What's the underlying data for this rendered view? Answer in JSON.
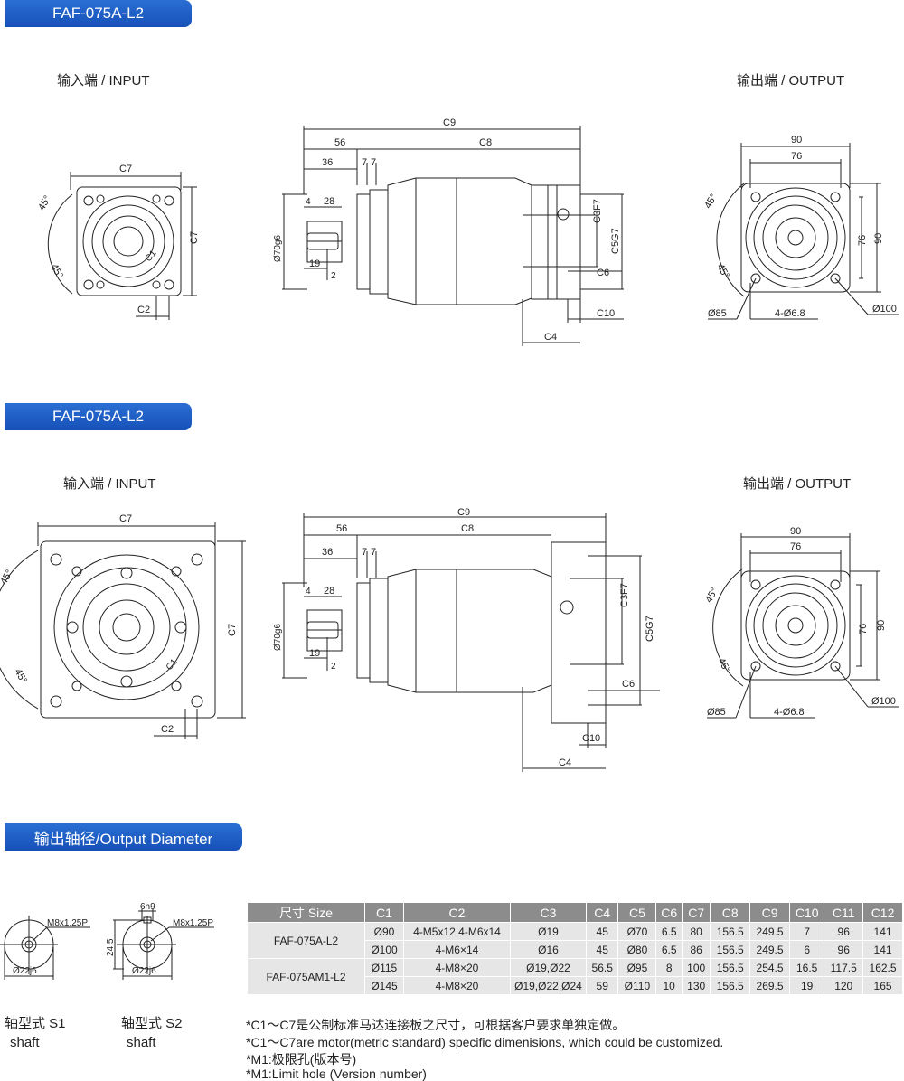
{
  "sections": {
    "first_title": "FAF-075A-L2",
    "second_title": "FAF-075A-L2",
    "output_dia_title": "输出轴径/Output Diameter"
  },
  "labels": {
    "input": "输入端 / INPUT",
    "output": "输出端 / OUTPUT"
  },
  "dims": {
    "c7": "C7",
    "c2": "C2",
    "c1": "C1",
    "deg45": "45°",
    "c9": "C9",
    "c8": "C8",
    "d56": "56",
    "d36": "36",
    "d7a": "7",
    "d7b": "7",
    "d4": "4",
    "d28": "28",
    "d19": "19",
    "d2": "2",
    "o70": "Ø70g6",
    "c3": "C3F7",
    "c5": "C5G7",
    "c6": "C6",
    "c10": "C10",
    "c4": "C4",
    "d90": "90",
    "d76": "76",
    "o85": "Ø85",
    "hole": "4-Ø6.8",
    "o100": "Ø100"
  },
  "shafts": {
    "s1_thread": "M8x1.25P",
    "s1_dia": "Ø22j6",
    "s2_key": "6h9",
    "s2_thread": "M8x1.25P",
    "s2_height": "24.5",
    "s2_dia": "Ø22j6",
    "s1_label_cn": "轴型式 S1",
    "s1_label_en": "shaft",
    "s2_label_cn": "轴型式 S2",
    "s2_label_en": "shaft"
  },
  "table": {
    "headers": [
      "尺寸 Size",
      "C1",
      "C2",
      "C3",
      "C4",
      "C5",
      "C6",
      "C7",
      "C8",
      "C9",
      "C10",
      "C11",
      "C12"
    ],
    "groups": [
      {
        "model": "FAF-075A-L2",
        "rows": [
          [
            "Ø90",
            "4-M5x12,4-M6x14",
            "Ø19",
            "45",
            "Ø70",
            "6.5",
            "80",
            "156.5",
            "249.5",
            "7",
            "96",
            "141"
          ],
          [
            "Ø100",
            "4-M6×14",
            "Ø16",
            "45",
            "Ø80",
            "6.5",
            "86",
            "156.5",
            "249.5",
            "6",
            "96",
            "141"
          ]
        ]
      },
      {
        "model": "FAF-075AM1-L2",
        "rows": [
          [
            "Ø115",
            "4-M8×20",
            "Ø19,Ø22",
            "56.5",
            "Ø95",
            "8",
            "100",
            "156.5",
            "254.5",
            "16.5",
            "117.5",
            "162.5"
          ],
          [
            "Ø145",
            "4-M8×20",
            "Ø19,Ø22,Ø24",
            "59",
            "Ø110",
            "10",
            "130",
            "156.5",
            "269.5",
            "19",
            "120",
            "165"
          ]
        ]
      }
    ]
  },
  "notes": [
    "*C1～C7是公制标准马达连接板之尺寸，可根据客户要求单独定做。",
    "*C1～C7are motor(metric standard) specific dimenisions, which could be customized.",
    "*M1:极限孔(版本号)",
    "*M1:Limit hole (Version number)"
  ]
}
